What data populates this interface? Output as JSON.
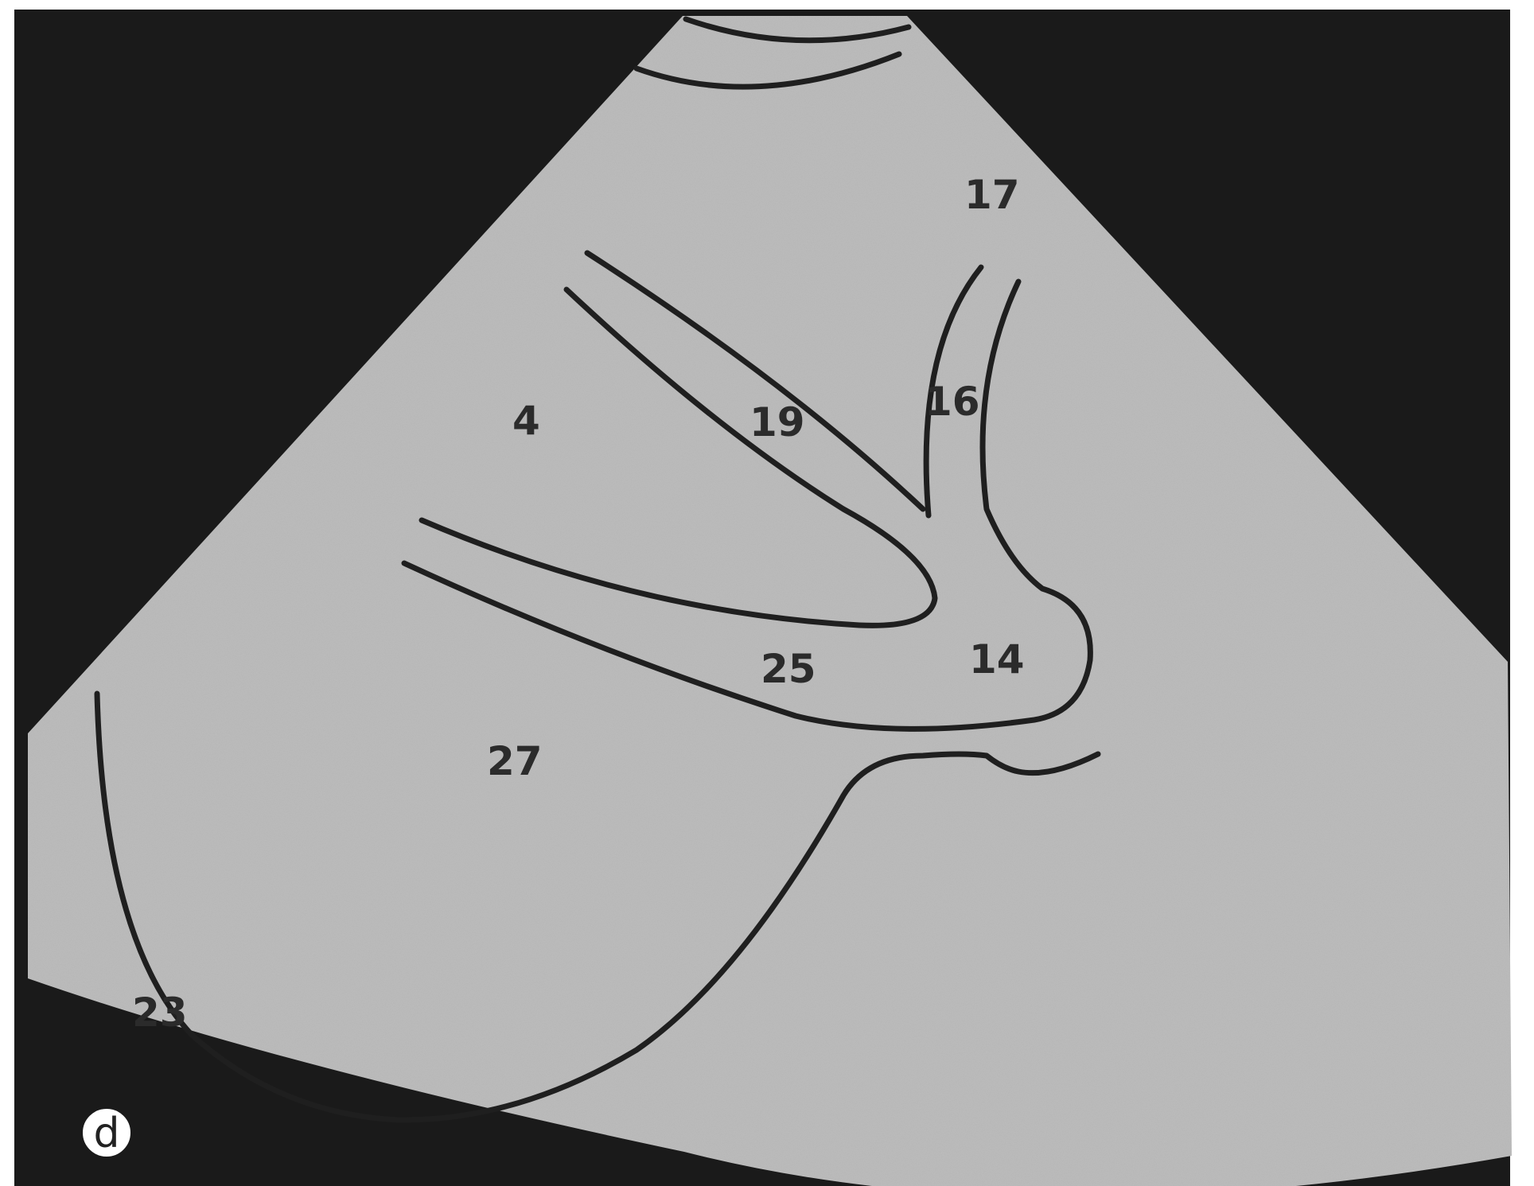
{
  "colors": {
    "background": "#1a1a1a",
    "sector": "#bdbdbd",
    "outline": "#1f1f1f",
    "label": "#2b2b2b",
    "badge_fill": "#ffffff"
  },
  "panel_letter": "d",
  "labels": {
    "l17": "17",
    "l16": "16",
    "l19": "19",
    "l4": "4",
    "l25": "25",
    "l14": "14",
    "l27": "27",
    "l23": "23"
  }
}
